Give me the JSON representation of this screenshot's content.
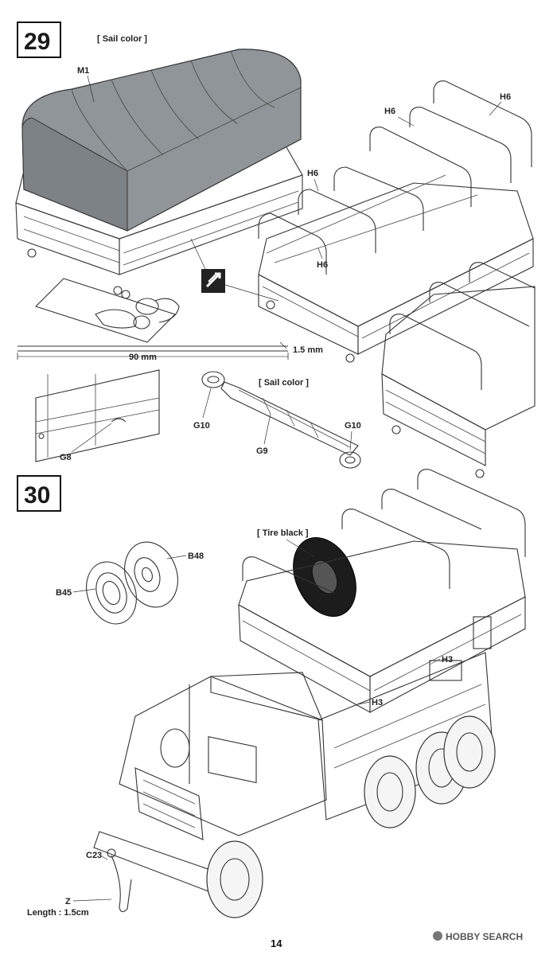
{
  "page_number": "14",
  "watermark": "HOBBY SEARCH",
  "step29": {
    "number": "29",
    "sail_color_note_1": "[ Sail color ]",
    "part_m1": "M1",
    "part_h6": "H6",
    "measure_90": "90 mm",
    "measure_1_5": "1.5 mm",
    "sail_color_note_2": "[ Sail color ]",
    "part_g10": "G10",
    "part_g9": "G9",
    "part_g8": "G8"
  },
  "step30": {
    "number": "30",
    "tire_black_note": "[ Tire black ]",
    "part_b48": "B48",
    "part_b45": "B45",
    "part_h3": "H3",
    "part_c23": "C23",
    "part_z": "Z",
    "length_note": "Length : 1.5cm"
  },
  "colors": {
    "canvas_cover": "#8f9598",
    "line": "#333333",
    "tire": "#1c1c1c"
  }
}
